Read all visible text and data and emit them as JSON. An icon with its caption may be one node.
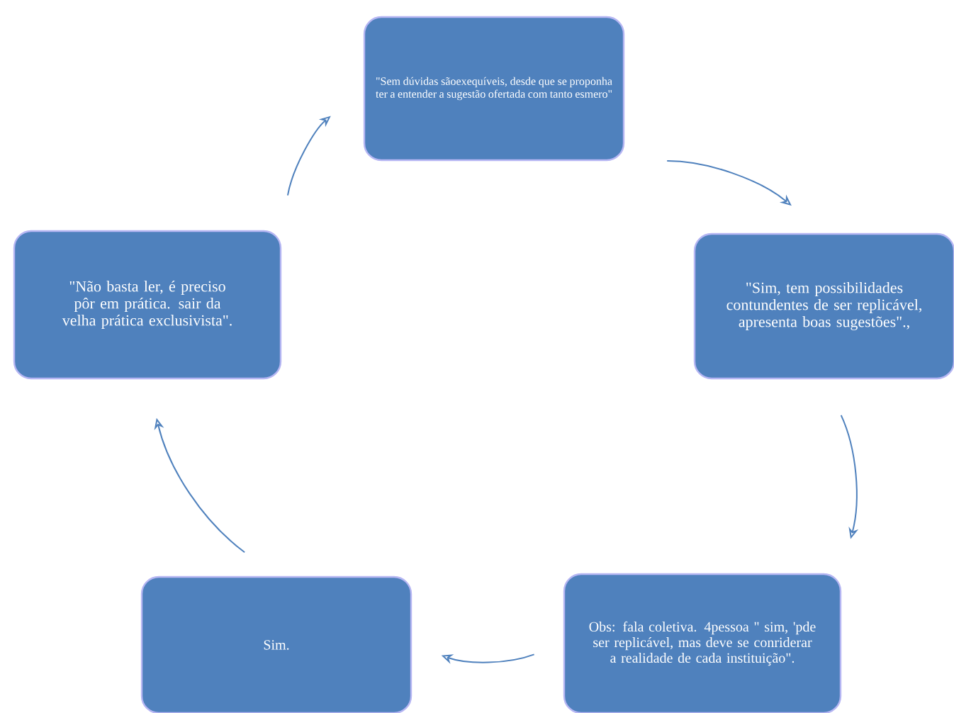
{
  "diagram": {
    "nodes": [
      {
        "text": [
          "\"Sem dúvidas sãoexequíveis, desde que se proponha ter a entender a sugestão ofertada com tanto esmero\""
        ]
      },
      {
        "text": [
          "\"Sim, tem possibilidades contundentes de ser replicável, apresenta boas sugestões\".,"
        ]
      },
      {
        "text": [
          "Obs: fala coletiva. 4pessoa \" sim, 'pde ser replicável, mas deve se conriderar a realidade de cada instituição\"."
        ]
      },
      {
        "text": [
          "Sim."
        ]
      },
      {
        "text": [
          "\"Não basta ler, é preciso pôr em prática. sair da velha prática exclusivista\"."
        ]
      }
    ],
    "edges": [
      {
        "from": 0,
        "to": 1,
        "arrow": "to"
      },
      {
        "from": 1,
        "to": 2,
        "arrow": "to"
      },
      {
        "from": 2,
        "to": 3,
        "arrow": "to"
      },
      {
        "from": 3,
        "to": 4,
        "arrow": "to"
      },
      {
        "from": 4,
        "to": 0,
        "arrow": "to"
      }
    ]
  }
}
